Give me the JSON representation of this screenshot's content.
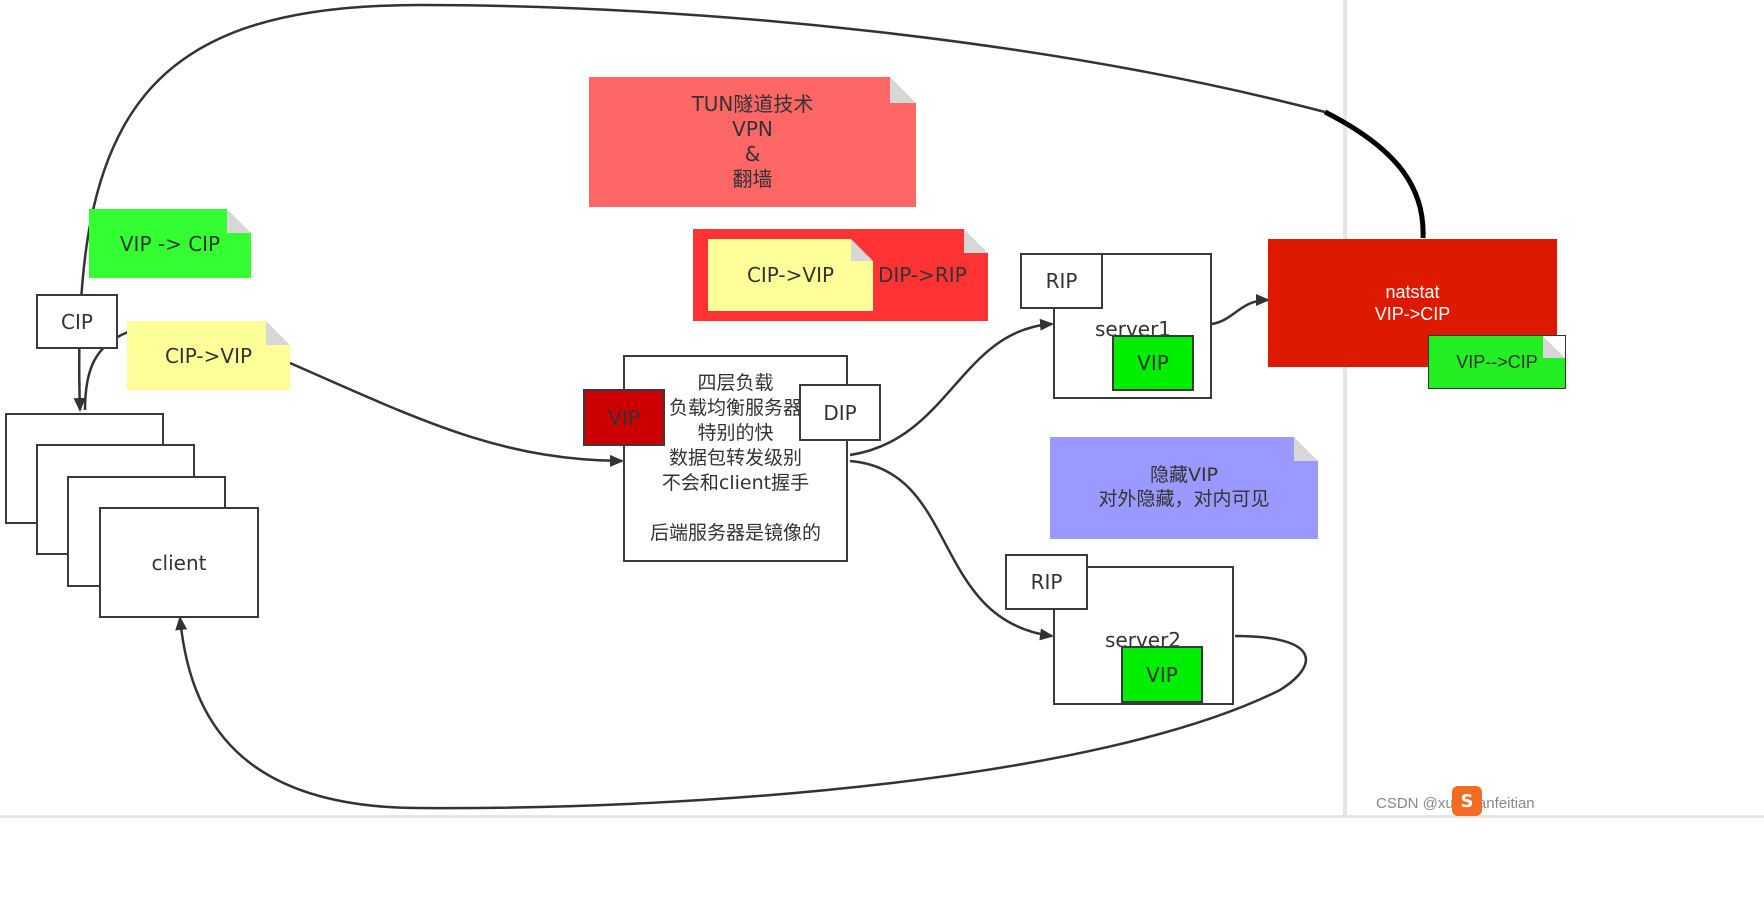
{
  "notes": {
    "tun": {
      "lines": "TUN隧道技术\nVPN\n&\n翻墙",
      "color": "#ff6666"
    },
    "vip_cip_green": {
      "text": "VIP -> CIP",
      "color": "#33ff33"
    },
    "cip_vip_yellow": {
      "text": "CIP->VIP",
      "color": "#ffff99"
    },
    "outer_red": {
      "color": "#ff3333"
    },
    "inner_cip_vip": {
      "text": "CIP->VIP",
      "color": "#ffff99"
    },
    "dip_rip": {
      "text": "DIP->RIP"
    },
    "hidden_vip": {
      "lines": "隐藏VIP\n对外隐藏，对内可见",
      "color": "#9999ff"
    },
    "natstat": {
      "lines": "natstat\nVIP->CIP",
      "color": "#dd1a00"
    },
    "vip_cip2": {
      "text": "VIP-->CIP",
      "color": "#22ee22"
    }
  },
  "boxes": {
    "cip": "CIP",
    "client": "client",
    "lb_text": "四层负载\n负载均衡服务器\n特别的快\n数据包转发级别\n不会和client握手\n\n后端服务器是镜像的",
    "lb_vip": "VIP",
    "lb_dip": "DIP",
    "server1_rip": "RIP",
    "server1": "server1",
    "server1_vip": "VIP",
    "server2_rip": "RIP",
    "server2": "server2",
    "server2_vip": "VIP"
  },
  "watermark": {
    "text": "CSDN @xueshanfeitian"
  },
  "colors": {
    "vip_dark": "#cc0000",
    "vip_green": "#00ee00",
    "line": "#333333"
  }
}
